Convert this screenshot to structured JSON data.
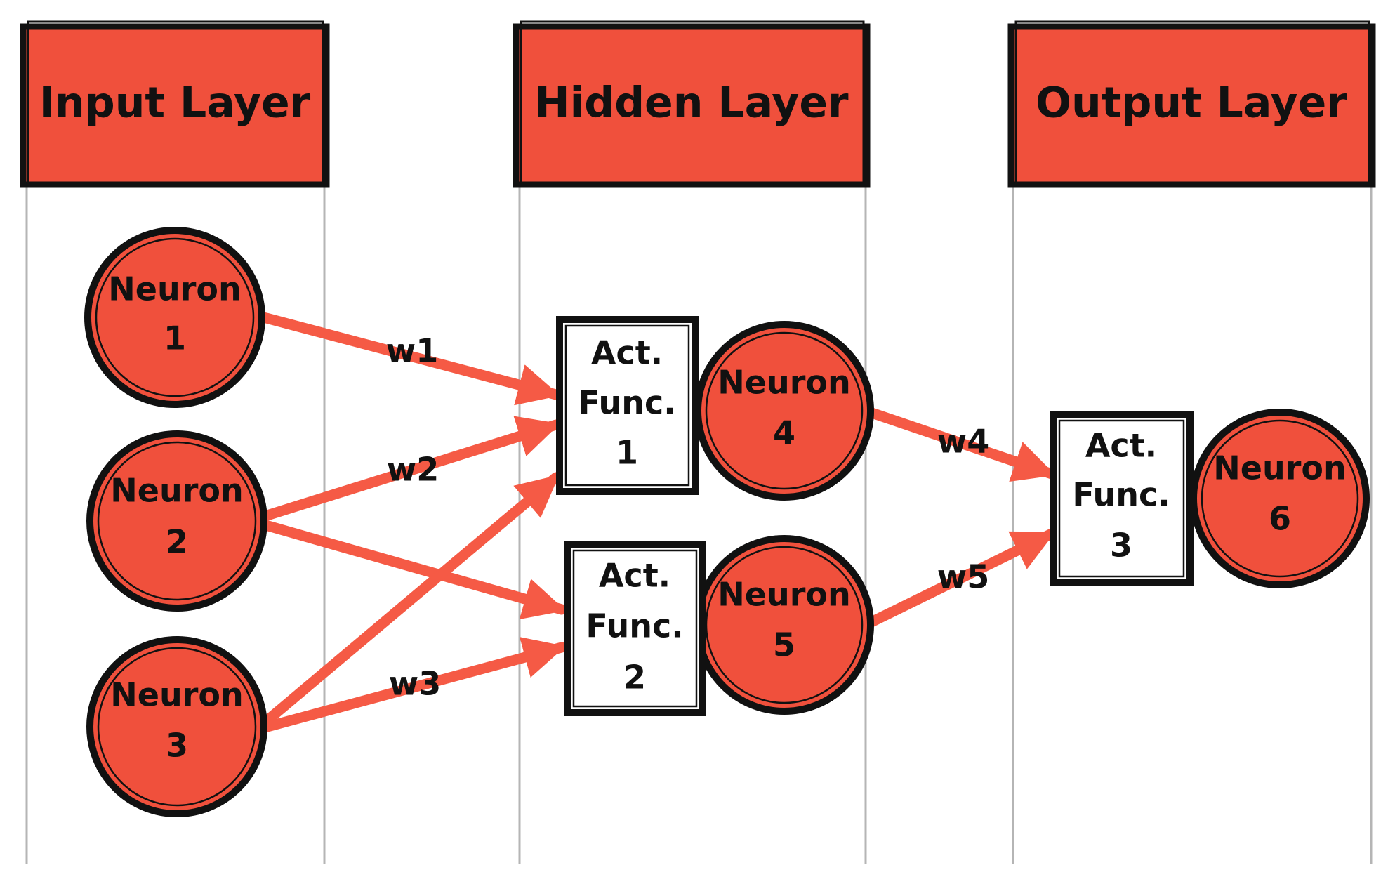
{
  "colors": {
    "node_fill": "#f0503c",
    "connection": "#f55a45",
    "outline": "#111111",
    "lane_line": "#b5b5b5",
    "box_fill": "#ffffff"
  },
  "lanes": [
    {
      "id": "input",
      "title": "Input Layer"
    },
    {
      "id": "hidden",
      "title": "Hidden Layer"
    },
    {
      "id": "output",
      "title": "Output Layer"
    }
  ],
  "neurons": [
    {
      "id": "n1",
      "line1": "Neuron",
      "line2": "1"
    },
    {
      "id": "n2",
      "line1": "Neuron",
      "line2": "2"
    },
    {
      "id": "n3",
      "line1": "Neuron",
      "line2": "3"
    },
    {
      "id": "n4",
      "line1": "Neuron",
      "line2": "4"
    },
    {
      "id": "n5",
      "line1": "Neuron",
      "line2": "5"
    },
    {
      "id": "n6",
      "line1": "Neuron",
      "line2": "6"
    }
  ],
  "activation_functions": [
    {
      "id": "af1",
      "line1": "Act.",
      "line2": "Func.",
      "line3": "1"
    },
    {
      "id": "af2",
      "line1": "Act.",
      "line2": "Func.",
      "line3": "2"
    },
    {
      "id": "af3",
      "line1": "Act.",
      "line2": "Func.",
      "line3": "3"
    }
  ],
  "weights": [
    "w1",
    "w2",
    "w3",
    "w4",
    "w5"
  ],
  "connections": [
    {
      "from": "n1",
      "to": "af1",
      "weight": "w1"
    },
    {
      "from": "n2",
      "to": "af1",
      "weight": "w2"
    },
    {
      "from": "n2",
      "to": "af2",
      "weight": ""
    },
    {
      "from": "n3",
      "to": "af1",
      "weight": ""
    },
    {
      "from": "n3",
      "to": "af2",
      "weight": "w3"
    },
    {
      "from": "n4",
      "to": "af3",
      "weight": "w4"
    },
    {
      "from": "n5",
      "to": "af3",
      "weight": "w5"
    }
  ]
}
